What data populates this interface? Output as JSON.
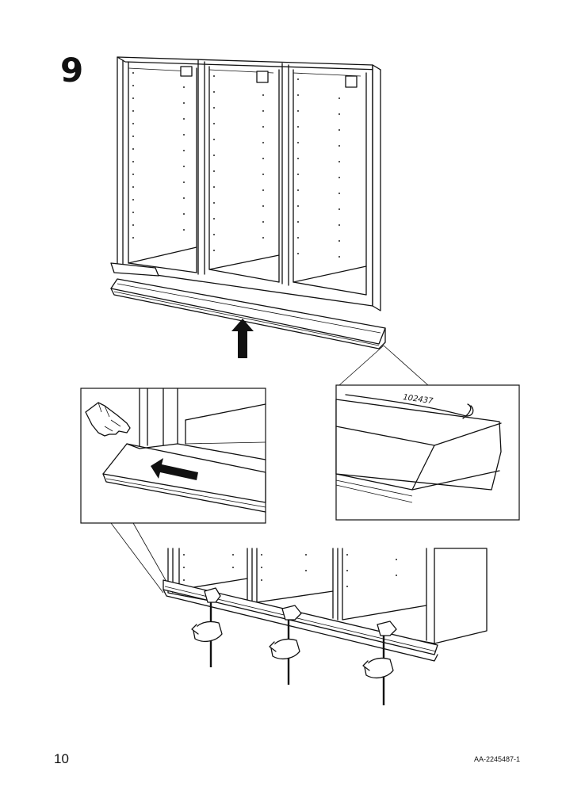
{
  "step": {
    "number": "9"
  },
  "detail_inset": {
    "part_label": "102437"
  },
  "footer": {
    "page_number": "10",
    "doc_code": "AA-2245487-1"
  },
  "icons": {
    "main_arrow": "arrow-up-icon",
    "inset_arrow": "arrow-left-icon",
    "hand": "pointing-hand-icon",
    "clamp": "clamp-icon"
  }
}
